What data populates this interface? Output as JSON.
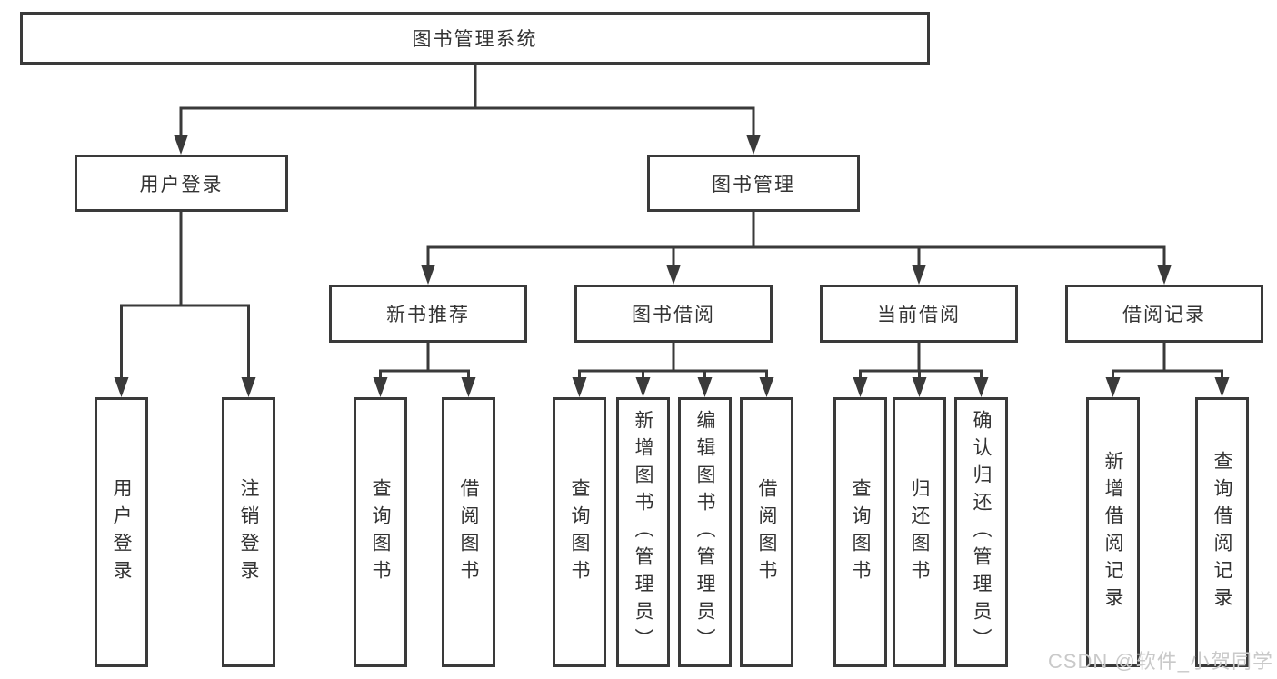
{
  "diagram_title": "图书管理系统",
  "tree": {
    "label": "图书管理系统",
    "children": [
      {
        "label": "用户登录",
        "children": [
          {
            "label": "用户登录"
          },
          {
            "label": "注销登录"
          }
        ]
      },
      {
        "label": "图书管理",
        "children": [
          {
            "label": "新书推荐",
            "children": [
              {
                "label": "查询图书"
              },
              {
                "label": "借阅图书"
              }
            ]
          },
          {
            "label": "图书借阅",
            "children": [
              {
                "label": "查询图书"
              },
              {
                "label": "新增图书（管理员）"
              },
              {
                "label": "编辑图书（管理员）"
              },
              {
                "label": "借阅图书"
              }
            ]
          },
          {
            "label": "当前借阅",
            "children": [
              {
                "label": "查询图书"
              },
              {
                "label": "归还图书"
              },
              {
                "label": "确认归还（管理员）"
              }
            ]
          },
          {
            "label": "借阅记录",
            "children": [
              {
                "label": "新增借阅记录"
              },
              {
                "label": "查询借阅记录"
              }
            ]
          }
        ]
      }
    ]
  },
  "watermark": {
    "text": "CSDN @软件_小贺同学"
  },
  "colors": {
    "line": "#3a3a3a",
    "text": "#333333",
    "box_background": "#ffffff",
    "watermark": "#c9c9c9"
  }
}
